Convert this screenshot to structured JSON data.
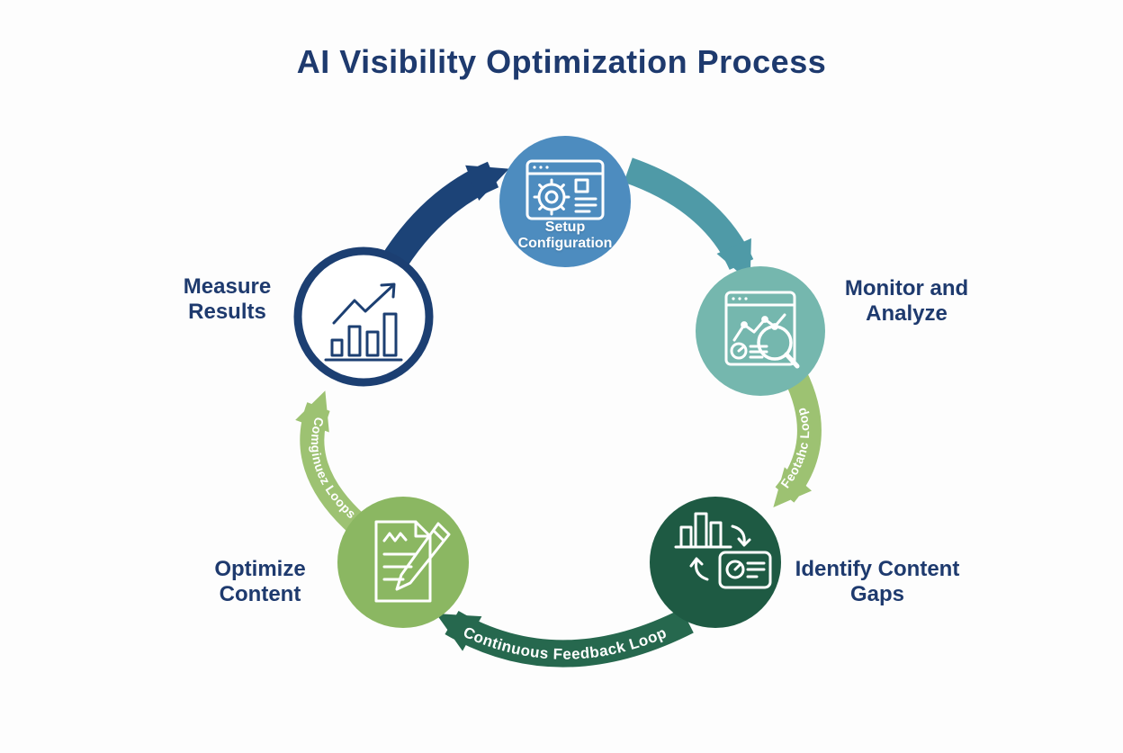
{
  "title": "AI Visibility Optimization Process",
  "colors": {
    "title_text": "#1e3a6e",
    "label_text": "#1e3a6e",
    "background": "#fdfdfd",
    "icon_stroke": "#ffffff"
  },
  "diagram": {
    "type": "cycle",
    "nodes": [
      {
        "id": "setup",
        "label": "Setup Configuration",
        "label_position": "inside",
        "color": "#4d8cbf",
        "icon": "browser-gear-icon"
      },
      {
        "id": "monitor",
        "label": "Monitor and Analyze",
        "label_position": "right",
        "color": "#75b7ae",
        "icon": "analytics-magnifier-icon"
      },
      {
        "id": "identify",
        "label": "Identify Content Gaps",
        "label_position": "right",
        "color": "#1e5a43",
        "icon": "bar-chart-report-icon"
      },
      {
        "id": "optimize",
        "label": "Optimize Content",
        "label_position": "left",
        "color": "#8bb762",
        "icon": "document-pencil-icon"
      },
      {
        "id": "measure",
        "label": "Measure Results",
        "label_position": "left",
        "color": "#ffffff",
        "border_color": "#1c3f72",
        "icon": "growth-chart-icon",
        "icon_color": "#1c3f72"
      }
    ],
    "arrows": [
      {
        "from": "measure",
        "to": "setup",
        "color": "#1c4377",
        "label": ""
      },
      {
        "from": "setup",
        "to": "monitor",
        "color": "#4f9aa7",
        "label": ""
      },
      {
        "from": "monitor",
        "to": "identify",
        "color": "#9dc272",
        "label": "Feotahc Loop"
      },
      {
        "from": "identify",
        "to": "optimize",
        "color": "#26684e",
        "label": "Continuous Feedback Loop"
      },
      {
        "from": "optimize",
        "to": "measure",
        "color": "#9dc272",
        "label": "Comginuez Loops"
      }
    ]
  }
}
